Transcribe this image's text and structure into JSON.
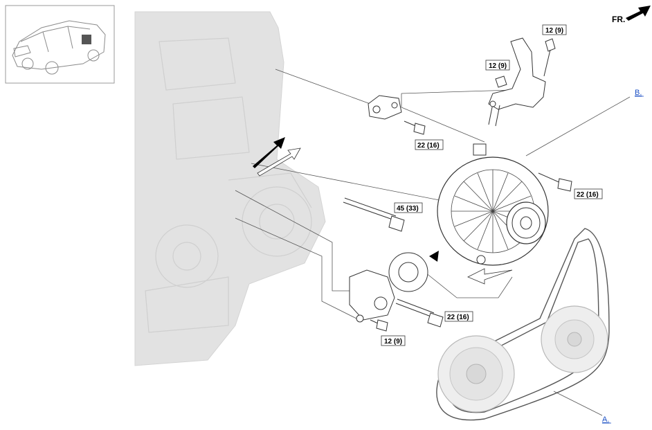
{
  "diagram": {
    "orientation": {
      "text": "FR."
    },
    "callouts": [
      {
        "id": "A",
        "text": "A."
      },
      {
        "id": "B",
        "text": "B."
      }
    ],
    "torque_specs": [
      {
        "id": "t1",
        "text": "12 (9)"
      },
      {
        "id": "t2",
        "text": "12 (9)"
      },
      {
        "id": "t3",
        "text": "22 (16)"
      },
      {
        "id": "t4",
        "text": "22 (16)"
      },
      {
        "id": "t5",
        "text": "45 (33)"
      },
      {
        "id": "t6",
        "text": "22 (16)"
      },
      {
        "id": "t7",
        "text": "12 (9)"
      }
    ],
    "colors": {
      "line": "#333333",
      "engine_gray": "#d9d9d9",
      "link_blue": "#1a4fc4"
    }
  }
}
